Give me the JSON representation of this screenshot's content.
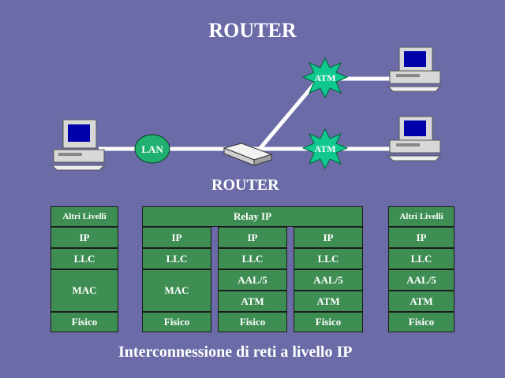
{
  "title": "ROUTER",
  "router_label": "ROUTER",
  "caption": "Interconnessione di reti a livello IP",
  "network": {
    "lan_label": "LAN",
    "atm_top_label": "ATM",
    "atm_bottom_label": "ATM"
  },
  "stacks": {
    "left": {
      "top": "Altri Livelli",
      "ip": "IP",
      "llc": "LLC",
      "mac": "MAC",
      "fisico": "Fisico"
    },
    "router": {
      "relay": "Relay IP",
      "col1": {
        "ip": "IP",
        "llc": "LLC",
        "mac": "MAC",
        "fisico": "Fisico"
      },
      "col2": {
        "ip": "IP",
        "llc": "LLC",
        "aal": "AAL/5",
        "atm": "ATM",
        "fisico": "Fisico"
      },
      "col3": {
        "ip": "IP",
        "llc": "LLC",
        "aal": "AAL/5",
        "atm": "ATM",
        "fisico": "Fisico"
      }
    },
    "right": {
      "top": "Altri Livelli",
      "ip": "IP",
      "llc": "LLC",
      "aal": "AAL/5",
      "atm": "ATM",
      "fisico": "Fisico"
    }
  },
  "colors": {
    "background": "#6b6ba7",
    "layer_green": "#3e8e53",
    "cloud_green": "#20b070",
    "atm_star": "#10c890"
  }
}
